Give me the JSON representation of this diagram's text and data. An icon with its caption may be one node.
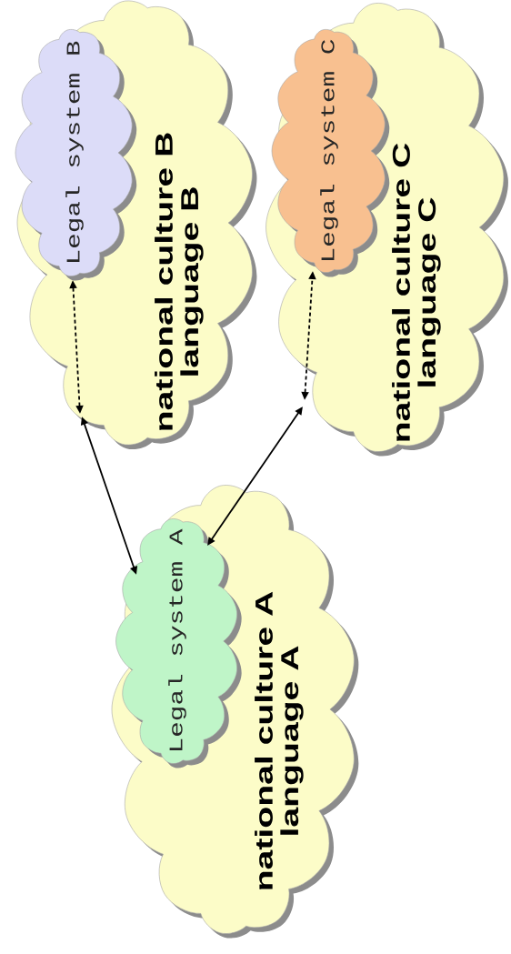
{
  "diagram": {
    "nodes": [
      {
        "text": [
          "national culture B",
          "language B"
        ]
      },
      {
        "text": [
          "Legal system B"
        ],
        "in": 0
      },
      {
        "text": [
          "national culture C",
          "language C"
        ]
      },
      {
        "text": [
          "Legal system C"
        ],
        "in": 2
      },
      {
        "text": [
          "national culture A",
          "language A"
        ]
      },
      {
        "text": [
          "Legal system A"
        ],
        "in": 4
      }
    ],
    "edges": [
      {
        "from": 0,
        "to": 1,
        "arrow": "both",
        "style": "dashed"
      },
      {
        "from": 2,
        "to": 3,
        "arrow": "both",
        "style": "dashed"
      },
      {
        "from": 0,
        "to": 5,
        "arrow": "both"
      },
      {
        "from": 2,
        "to": 5,
        "arrow": "both"
      }
    ]
  }
}
